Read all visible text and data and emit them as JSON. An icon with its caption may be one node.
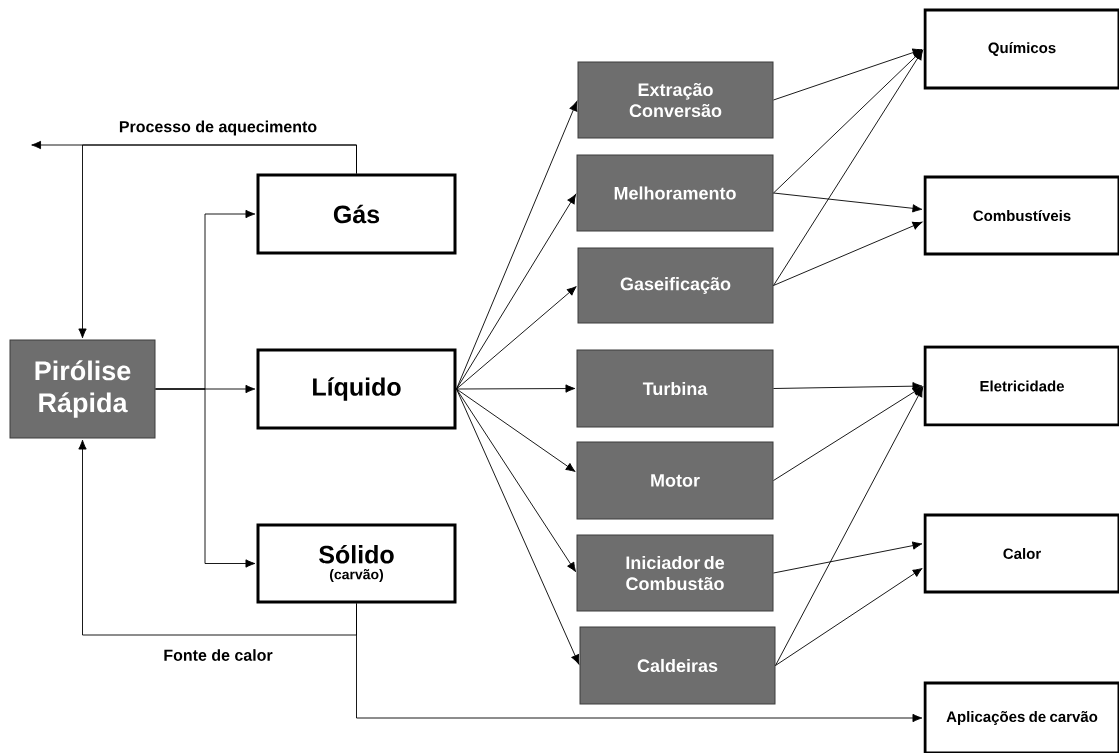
{
  "diagram": {
    "nodes": [
      {
        "text": [
          "Pirólise Rápida"
        ]
      },
      {
        "text": [
          "Gás"
        ]
      },
      {
        "text": [
          "Líquido"
        ]
      },
      {
        "text": [
          "Sólido",
          "(carvão)"
        ]
      },
      {
        "text": [
          "Extração Conversão"
        ]
      },
      {
        "text": [
          "Melhoramento"
        ]
      },
      {
        "text": [
          "Gaseificação"
        ]
      },
      {
        "text": [
          "Turbina"
        ]
      },
      {
        "text": [
          "Motor"
        ]
      },
      {
        "text": [
          "Iniciador de Combustão"
        ]
      },
      {
        "text": [
          "Caldeiras"
        ]
      },
      {
        "text": [
          "Químicos"
        ]
      },
      {
        "text": [
          "Combustíveis"
        ]
      },
      {
        "text": [
          "Eletricidade"
        ]
      },
      {
        "text": [
          "Calor"
        ]
      },
      {
        "text": [
          "Aplicações de carvão"
        ]
      }
    ],
    "edges": [
      {
        "from": 1,
        "to": null,
        "arrow": "to",
        "label": "Processo de aquecimento"
      },
      {
        "from": 1,
        "to": 0,
        "arrow": "to"
      },
      {
        "from": 0,
        "to": 2,
        "arrow": "to"
      },
      {
        "from": 0,
        "to": 1,
        "arrow": "to"
      },
      {
        "from": 0,
        "to": 3,
        "arrow": "to"
      },
      {
        "from": 3,
        "to": 0,
        "arrow": "to",
        "label": "Fonte de calor"
      },
      {
        "from": 3,
        "to": 15,
        "arrow": "to"
      },
      {
        "from": 2,
        "to": 4,
        "arrow": "to"
      },
      {
        "from": 2,
        "to": 5,
        "arrow": "to"
      },
      {
        "from": 2,
        "to": 6,
        "arrow": "to"
      },
      {
        "from": 2,
        "to": 7,
        "arrow": "to"
      },
      {
        "from": 2,
        "to": 8,
        "arrow": "to"
      },
      {
        "from": 2,
        "to": 9,
        "arrow": "to"
      },
      {
        "from": 2,
        "to": 10,
        "arrow": "to"
      },
      {
        "from": 4,
        "to": 11,
        "arrow": "to"
      },
      {
        "from": 5,
        "to": 11,
        "arrow": "to"
      },
      {
        "from": 5,
        "to": 12,
        "arrow": "to"
      },
      {
        "from": 6,
        "to": 11,
        "arrow": "to"
      },
      {
        "from": 6,
        "to": 12,
        "arrow": "to"
      },
      {
        "from": 7,
        "to": 13,
        "arrow": "to"
      },
      {
        "from": 8,
        "to": 13,
        "arrow": "to"
      },
      {
        "from": 10,
        "to": 13,
        "arrow": "to"
      },
      {
        "from": 9,
        "to": 14,
        "arrow": "to"
      },
      {
        "from": 10,
        "to": 14,
        "arrow": "to"
      }
    ]
  }
}
